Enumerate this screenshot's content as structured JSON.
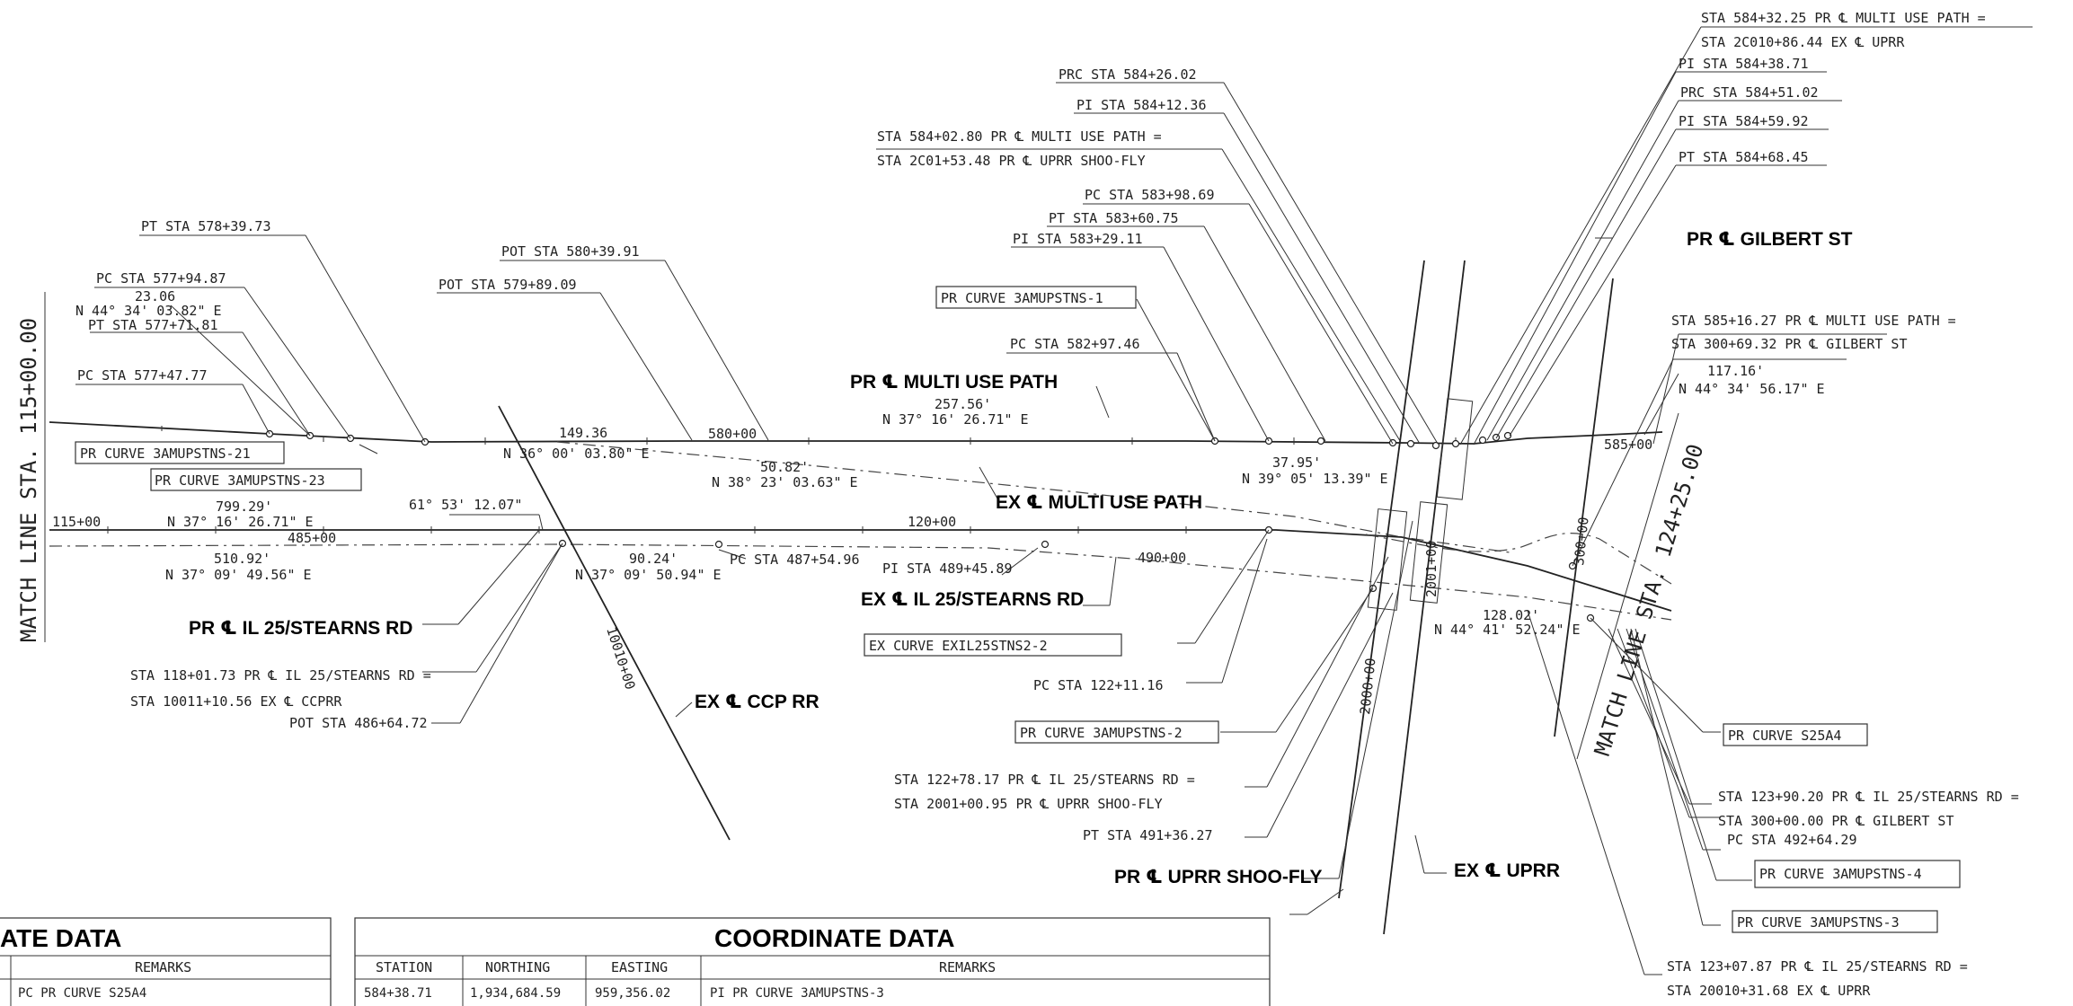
{
  "annotations": {
    "sta_584_32": "STA 584+32.25 PR ℄ MULTI USE PATH =",
    "sta_2010_86": "STA 2C010+86.44 EX ℄ UPRR",
    "pi_584_38": "PI STA 584+38.71",
    "prc_584_51": "PRC STA 584+51.02",
    "pi_584_59": "PI STA 584+59.92",
    "pt_584_68": "PT STA 584+68.45",
    "prc_584_26": "PRC STA 584+26.02",
    "pi_584_12": "PI STA 584+12.36",
    "sta_584_02": "STA 584+02.80 PR ℄ MULTI USE PATH =",
    "sta_2001_53": "STA 2C01+53.48 PR ℄ UPRR SHOO-FLY",
    "pc_583_98": "PC STA 583+98.69",
    "pt_583_60": "PT STA 583+60.75",
    "pi_583_29": "PI STA 583+29.11",
    "curve_3amu_1": "PR CURVE 3AMUPSTNS-1",
    "pc_582_97": "PC STA 582+97.46",
    "pt_578_39": "PT STA 578+39.73",
    "pot_580_39": "POT STA 580+39.91",
    "pot_579_89": "POT STA 579+89.09",
    "pc_577_94": "PC STA 577+94.87",
    "len_23_06": "23.06",
    "brg_44_34": "N 44° 34' 03.82\" E",
    "pt_577_71": "PT STA 577+71.81",
    "pc_577_47": "PC STA 577+47.77",
    "curve_3amu_21": "PR CURVE 3AMUPSTNS-21",
    "curve_3amu_23": "PR CURVE 3AMUPSTNS-23",
    "len_149_36": "149.36",
    "brg_36_00": "N 36° 00' 03.80\" E",
    "sta_580_00": "580+00",
    "len_257_56": "257.56'",
    "brg_37_16_26": "N 37° 16' 26.71\" E",
    "len_50_82": "50.82'",
    "brg_38_23": "N 38° 23' 03.63\" E",
    "len_37_95": "37.95'",
    "brg_39_05": "N 39° 05' 13.39\" E",
    "sta_585_00": "585+00",
    "sta_585_16": "STA 585+16.27 PR ℄ MULTI USE PATH =",
    "sta_300_69": "STA 300+69.32 PR ℄ GILBERT ST",
    "len_117_16": "117.16'",
    "brg_44_34_56": "N 44° 34' 56.17\" E",
    "ang_61_53": "61° 53' 12.07\"",
    "len_799_29": "799.29'",
    "brg_37_16_26b": "N 37° 16' 26.71\" E",
    "sta_115_00": "115+00",
    "sta_485_00": "485+00",
    "len_510_92": "510.92'",
    "brg_37_09_49": "N 37° 09' 49.56\" E",
    "len_90_24": "90.24'",
    "brg_37_09_50": "N 37° 09' 50.94\" E",
    "pc_487_54": "PC STA 487+54.96",
    "pi_489_45": "PI STA 489+45.89",
    "sta_120_00": "120+00",
    "sta_490_00": "490+00",
    "curve_exil": "EX CURVE EXIL25STNS2-2",
    "pc_122_11": "PC STA 122+11.16",
    "curve_3amu_2": "PR CURVE 3AMUPSTNS-2",
    "sta_118_01": "STA 118+01.73 PR ℄ IL 25/STEARNS RD =",
    "sta_10011": "STA 10011+10.56 EX ℄ CCPRR",
    "pot_486_64": "POT STA 486+64.72",
    "sta_10010_00": "10010+00",
    "sta_122_78": "STA 122+78.17 PR ℄ IL 25/STEARNS RD =",
    "sta_2001_00": "STA 2001+00.95 PR ℄ UPRR SHOO-FLY",
    "pt_491_36": "PT STA 491+36.27",
    "sta_2001_00b": "2001+00",
    "sta_2000_00": "2000+00",
    "sta_300_00": "300+00",
    "len_128_02": "128.02'",
    "brg_44_41": "N 44° 41' 52.24\" E",
    "curve_s25a4": "PR CURVE S25A4",
    "sta_123_90": "STA 123+90.20 PR ℄ IL 25/STEARNS RD =",
    "sta_300_00b": "STA 300+00.00 PR ℄ GILBERT ST",
    "pc_492_64": "PC STA 492+64.29",
    "curve_3amu_4": "PR CURVE 3AMUPSTNS-4",
    "curve_3amu_3": "PR CURVE 3AMUPSTNS-3",
    "sta_123_07": "STA 123+07.87 PR ℄ IL 25/STEARNS RD =",
    "sta_20010_31": "STA 20010+31.68 EX ℄ UPRR"
  },
  "labels": {
    "pr_gilbert": "PR ℄ GILBERT ST",
    "pr_multi": "PR ℄ MULTI USE PATH",
    "ex_multi": "EX ℄ MULTI USE PATH",
    "pr_il25": "PR ℄ IL 25/STEARNS RD",
    "ex_il25": "EX ℄ IL 25/STEARNS RD",
    "ex_ccp": "EX ℄ CCP RR",
    "pr_uprr": "PR ℄ UPRR SHOO-FLY",
    "ex_uprr": "EX ℄ UPRR"
  },
  "match_lines": {
    "left": "MATCH LINE STA. 115+00.00",
    "right": "MATCH LINE STA. 124+25.00"
  },
  "tables": {
    "left": {
      "title": "ATE DATA",
      "header_remarks": "REMARKS",
      "row1_remarks": "PC PR CURVE S25A4"
    },
    "right": {
      "title": "COORDINATE DATA",
      "headers": [
        "STATION",
        "NORTHING",
        "EASTING",
        "REMARKS"
      ],
      "row1": [
        "584+38.71",
        "1,934,684.59",
        "959,356.02",
        "PI PR CURVE 3AMUPSTNS-3"
      ]
    }
  }
}
